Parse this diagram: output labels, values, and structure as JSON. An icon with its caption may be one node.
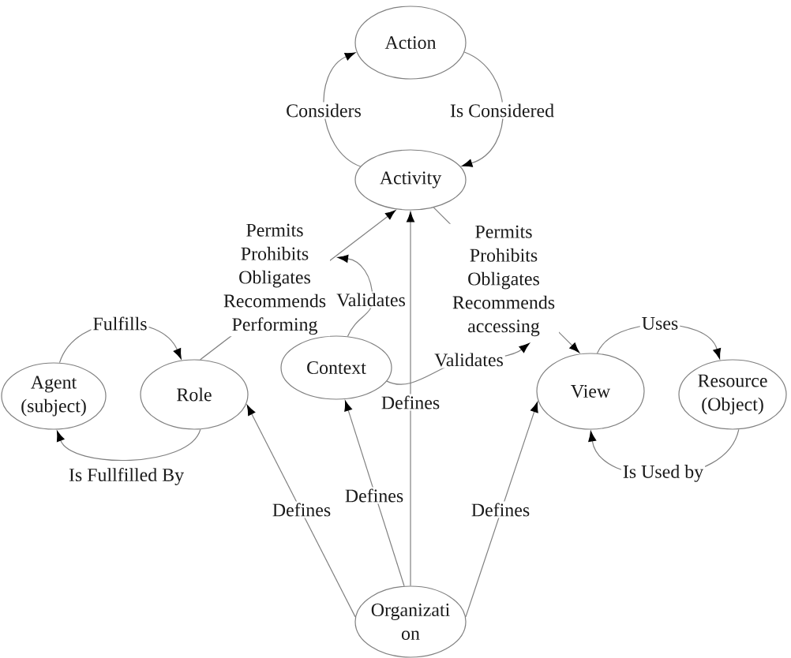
{
  "diagram": {
    "nodes": [
      {
        "text": [
          "Action"
        ]
      },
      {
        "text": [
          "Activity"
        ]
      },
      {
        "text": [
          "Agent (subject)"
        ]
      },
      {
        "text": [
          "Role"
        ]
      },
      {
        "text": [
          "Context"
        ]
      },
      {
        "text": [
          "View"
        ]
      },
      {
        "text": [
          "Resource (Object)"
        ]
      },
      {
        "text": [
          "Organizati on"
        ]
      }
    ],
    "edges": [
      {
        "from": 1,
        "to": 0,
        "arrow": "to",
        "label": "Considers"
      },
      {
        "from": 0,
        "to": 1,
        "arrow": "to",
        "label": "Is Considered"
      },
      {
        "from": 3,
        "to": 1,
        "arrow": "to",
        "label": "Permits Prohibits Obligates Recommends Performing"
      },
      {
        "from": 1,
        "to": 5,
        "arrow": "to",
        "label": "Permits Prohibits Obligates Recommends accessing"
      },
      {
        "from": 4,
        "to": null,
        "arrow": "to",
        "label": "Validates"
      },
      {
        "from": 4,
        "to": null,
        "arrow": "to",
        "label": "Validates"
      },
      {
        "from": 2,
        "to": 3,
        "arrow": "to",
        "label": "Fulfills"
      },
      {
        "from": 3,
        "to": 2,
        "arrow": "to",
        "label": "Is Fullfilled By"
      },
      {
        "from": 5,
        "to": 6,
        "arrow": "to",
        "label": "Uses"
      },
      {
        "from": 6,
        "to": 5,
        "arrow": "to",
        "label": "Is Used by"
      },
      {
        "from": 7,
        "to": 3,
        "arrow": "to",
        "label": "Defines"
      },
      {
        "from": 7,
        "to": 4,
        "arrow": "to",
        "label": "Defines"
      },
      {
        "from": 7,
        "to": 1,
        "arrow": "to",
        "label": "Defines"
      },
      {
        "from": 7,
        "to": 5,
        "arrow": "to",
        "label": "Defines"
      }
    ]
  }
}
